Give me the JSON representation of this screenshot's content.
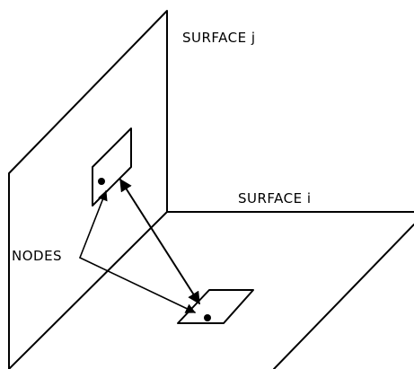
{
  "labels": {
    "surface_j": "SURFACE j",
    "surface_i": "SURFACE i",
    "nodes": "NODES"
  }
}
